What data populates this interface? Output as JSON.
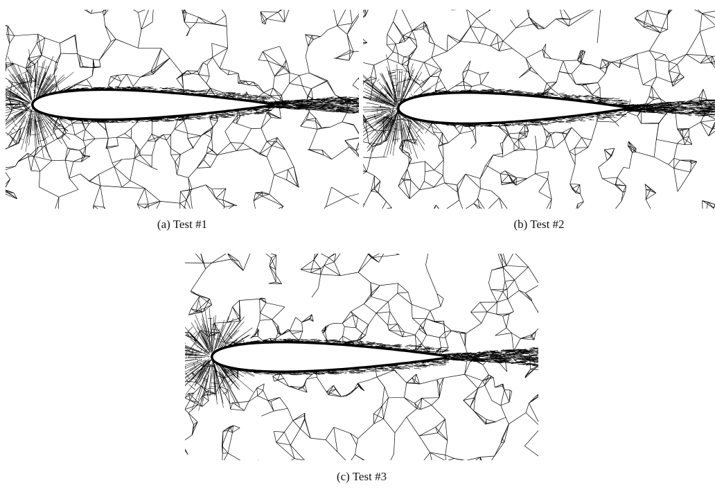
{
  "figure": {
    "panels": [
      {
        "label": "(a)",
        "title": "Test #1"
      },
      {
        "label": "(b)",
        "title": "Test #2"
      },
      {
        "label": "(c)",
        "title": "Test #3"
      }
    ]
  }
}
